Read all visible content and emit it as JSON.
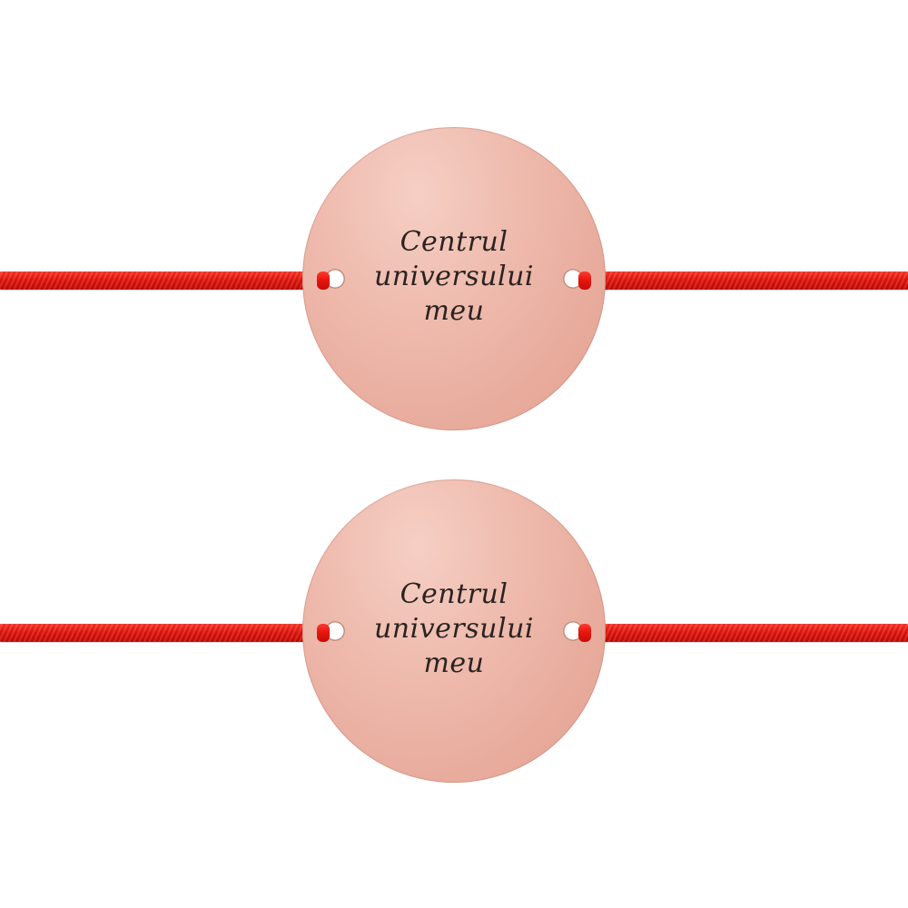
{
  "bracelets": [
    {
      "engraving": {
        "line1": "Centrul",
        "line2": "universului",
        "line3": "meu"
      }
    },
    {
      "engraving": {
        "line1": "Centrul",
        "line2": "universului",
        "line3": "meu"
      }
    }
  ],
  "colors": {
    "cord": "#e8170f",
    "disc": "#efbcaf",
    "engraving": "#2b2320",
    "background": "#ffffff"
  }
}
